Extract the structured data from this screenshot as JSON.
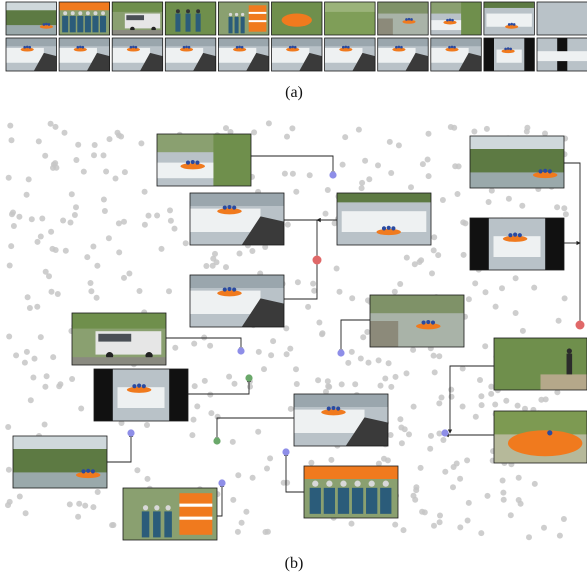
{
  "figure": {
    "label_a": "(a)",
    "label_b": "(b)"
  },
  "colors": {
    "dot": "#c6c6c6",
    "blue_dot": "#8e8ee8",
    "red_dot": "#e06868",
    "green_dot": "#6aa86a",
    "connector": "#222222",
    "water": "#b9c2c8",
    "foam": "#eef1f2",
    "rock": "#3a3a3a",
    "raft": "#f07a1e",
    "helmet": "#2a4aa0",
    "forest": "#5d7a43",
    "sky": "#cfd8db",
    "van": "#e6e6e6",
    "frame": "#1a1a1a"
  },
  "strip_row1": [
    "forest-river",
    "rafters-group",
    "van",
    "rafters-standing",
    "raft-stack",
    "raft-bank",
    "grass-field",
    "river-raft",
    "rapids-raft",
    "rapids-wide",
    "rapids-foam",
    "raft-orange"
  ],
  "strip_row2": [
    "rapids",
    "rapids",
    "rapids",
    "rapids",
    "rapids",
    "rapids",
    "rapids",
    "rapids",
    "rapids",
    "rapids-dark",
    "rapids-dark-mid"
  ],
  "thumbnails": [
    {
      "scene": "rapids-raft"
    },
    {
      "scene": "rapids-splash"
    },
    {
      "scene": "rapids-wide"
    },
    {
      "scene": "rapids-splash"
    },
    {
      "scene": "river-raft"
    },
    {
      "scene": "van"
    },
    {
      "scene": "rapids-dark"
    },
    {
      "scene": "rapids-splash"
    },
    {
      "scene": "forest-river"
    },
    {
      "scene": "rapids-dark"
    },
    {
      "scene": "forest-path"
    },
    {
      "scene": "raft-orange"
    },
    {
      "scene": "rafters-group"
    },
    {
      "scene": "raft-stack"
    },
    {
      "scene": "forest-river"
    }
  ],
  "highlight_points": [
    {
      "color": "blue"
    },
    {
      "color": "red"
    },
    {
      "color": "red"
    },
    {
      "color": "blue"
    },
    {
      "color": "green"
    },
    {
      "color": "blue"
    },
    {
      "color": "blue"
    },
    {
      "color": "green"
    },
    {
      "color": "blue"
    },
    {
      "color": "blue"
    },
    {
      "color": "blue"
    }
  ]
}
